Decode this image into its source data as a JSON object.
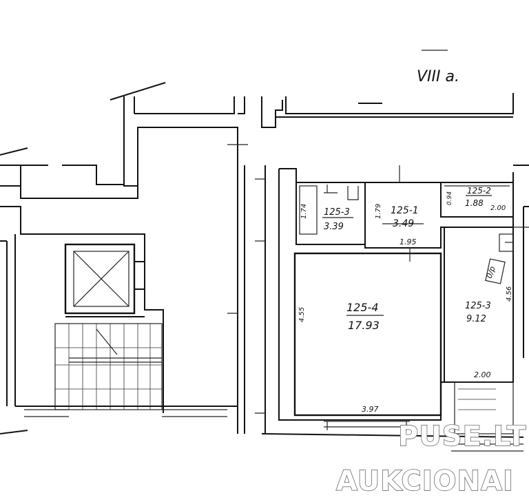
{
  "plan": {
    "sheet_label": "VIII a.",
    "rooms": [
      {
        "id": "125-4",
        "area": "17.93"
      },
      {
        "id": "125-3",
        "area": "3.39"
      },
      {
        "id": "125-1",
        "area": "3.49"
      },
      {
        "id": "125-2",
        "area": "1.88"
      },
      {
        "id": "125-3",
        "area": "9.12"
      }
    ],
    "dimensions": {
      "hall_width": "3.97",
      "hall_height": "4.55",
      "corridor_width": "1.95",
      "bath_height": "1.74",
      "corridor_height": "1.79",
      "closet_height": "0.94",
      "closet_width": "2.00",
      "kitchen_width": "2.00",
      "kitchen_height": "4.56"
    },
    "door_mark": "0/p"
  },
  "watermark": {
    "line1": "PUSE.LT",
    "line2": "AUKCIONAI"
  }
}
